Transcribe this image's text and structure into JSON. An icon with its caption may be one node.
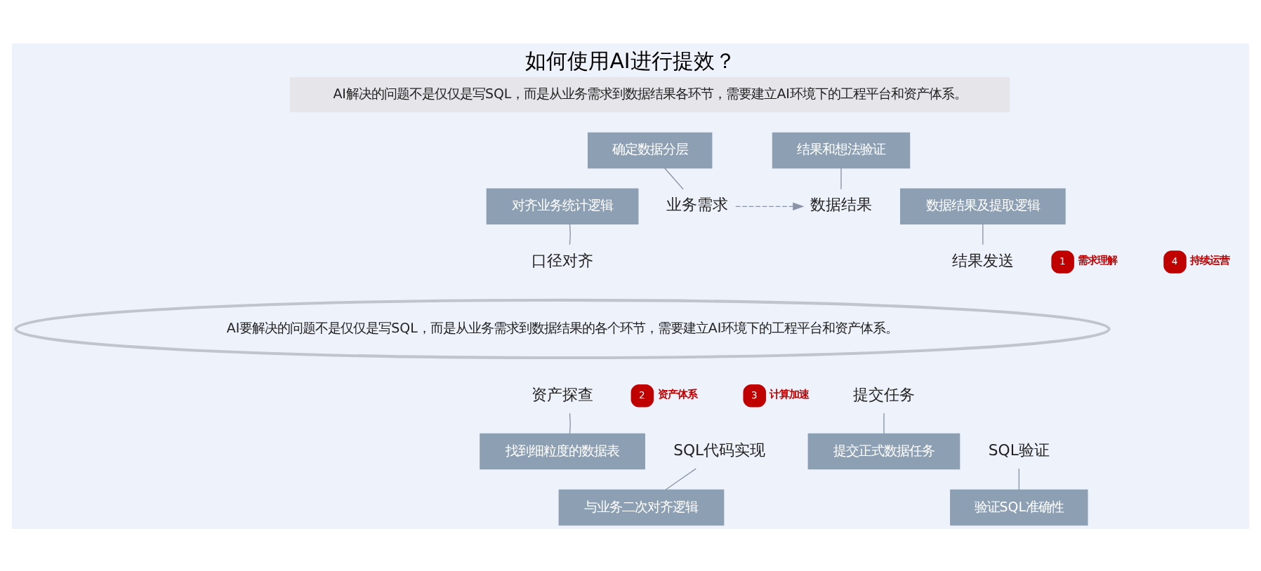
{
  "diagram": {
    "title": "如何使用AI进行提效？",
    "nodes": [
      {
        "text": [
          "AI解决的问题不是仅仅是写SQL，而是从业务需求到数据结果各环节，需要建立AI环境下的工程平台和资产体系。"
        ]
      },
      {
        "text": [
          "确定数据分层"
        ]
      },
      {
        "text": [
          "结果和想法验证"
        ]
      },
      {
        "text": [
          "对齐业务统计逻辑"
        ]
      },
      {
        "text": [
          "数据结果及提取逻辑"
        ]
      },
      {
        "text": [
          "业务需求"
        ]
      },
      {
        "text": [
          "数据结果"
        ]
      },
      {
        "text": [
          "口径对齐"
        ]
      },
      {
        "text": [
          "1"
        ],
        "beside": [
          "需求理解"
        ]
      },
      {
        "text": [
          "4"
        ],
        "beside": [
          "持续运营"
        ]
      },
      {
        "text": [
          "结果发送"
        ]
      },
      {
        "text": [
          "AI要解决的问题不是仅仅是写SQL，而是从业务需求到数据结果的各个环节，需要建立AI环境下的工程平台和资产体系。"
        ]
      },
      {
        "text": [
          "资产探查"
        ]
      },
      {
        "text": [
          "2"
        ],
        "beside": [
          "资产体系"
        ]
      },
      {
        "text": [
          "3"
        ],
        "beside": [
          "计算加速"
        ]
      },
      {
        "text": [
          "提交任务"
        ]
      },
      {
        "text": [
          "找到细粒度的数据表"
        ]
      },
      {
        "text": [
          "提交正式数据任务"
        ]
      },
      {
        "text": [
          "SQL代码实现"
        ]
      },
      {
        "text": [
          "SQL验证"
        ]
      },
      {
        "text": [
          "与业务二次对齐逻辑"
        ]
      },
      {
        "text": [
          "验证SQL准确性"
        ]
      }
    ],
    "edges": [
      {
        "from": 5,
        "to": 6,
        "arrow": "to",
        "style": "dashed"
      },
      {
        "from": 1,
        "to": 5,
        "arrow": "none"
      },
      {
        "from": 2,
        "to": 6,
        "arrow": "none"
      },
      {
        "from": 3,
        "to": 7,
        "arrow": "none"
      },
      {
        "from": 4,
        "to": 10,
        "arrow": "none"
      },
      {
        "from": 16,
        "to": 12,
        "arrow": "none"
      },
      {
        "from": 17,
        "to": 15,
        "arrow": "none"
      },
      {
        "from": 20,
        "to": 18,
        "arrow": "none"
      },
      {
        "from": 21,
        "to": 19,
        "arrow": "none"
      }
    ]
  }
}
